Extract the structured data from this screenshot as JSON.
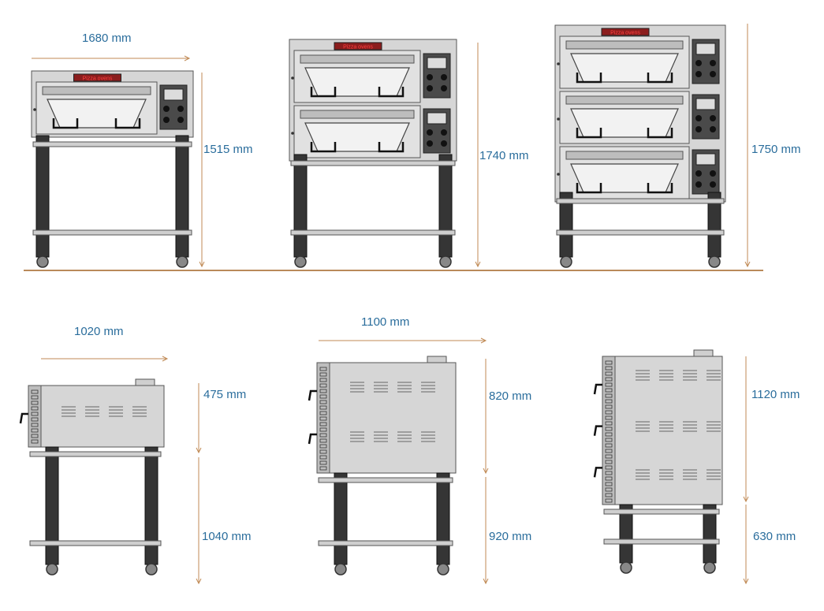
{
  "brand_text": "Pizza ovens",
  "colors": {
    "dimension_text": "#2a6d9c",
    "dimension_line": "#c08a55",
    "floor": "#b98a5a",
    "oven_body": "#d6d6d6",
    "oven_outline": "#555555",
    "legs": "#353535",
    "brand_panel": "#8b1d1d",
    "brand_text": "#ff4040"
  },
  "front_views": [
    {
      "width_label": "1680  mm",
      "height_label": "1515 mm"
    },
    {
      "height_label": "1740 mm"
    },
    {
      "height_label": "1750 mm"
    }
  ],
  "side_views": [
    {
      "depth_label": "1020 mm",
      "upper_label": "475 mm",
      "lower_label": "1040 mm"
    },
    {
      "depth_label": "1100 mm",
      "upper_label": "820 mm",
      "lower_label": "920 mm"
    },
    {
      "upper_label": "1120 mm",
      "lower_label": "630 mm"
    }
  ]
}
